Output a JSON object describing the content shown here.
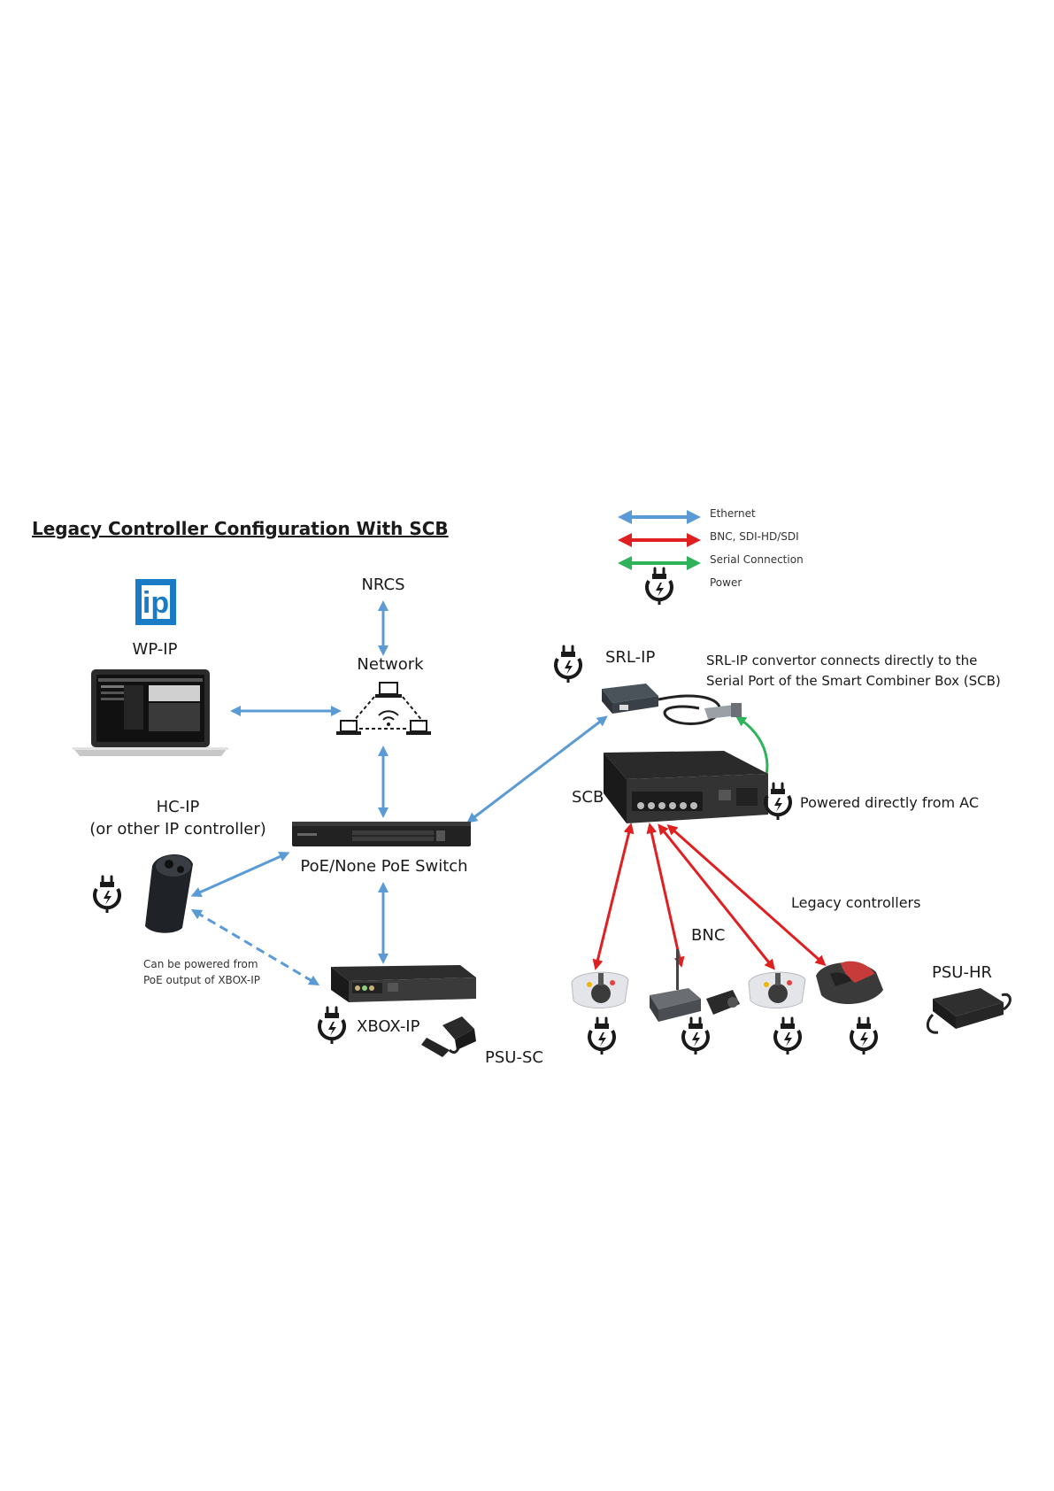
{
  "title": "Legacy Controller Configuration With SCB",
  "legend": [
    {
      "label": "Ethernet",
      "color": "#5b9bd5",
      "kind": "line"
    },
    {
      "label": "BNC, SDI-HD/SDI",
      "color": "#e02020",
      "kind": "line"
    },
    {
      "label": "Serial Connection",
      "color": "#2eb35a",
      "kind": "line"
    },
    {
      "label": "Power",
      "kind": "power-icon"
    }
  ],
  "colors": {
    "ethernet": "#5b9bd5",
    "bnc": "#e02020",
    "serial": "#2eb35a"
  },
  "nodes": {
    "nrcs": "NRCS",
    "network": "Network",
    "wp_ip": "WP-IP",
    "ip_logo": "ip",
    "srl_ip": "SRL-IP",
    "srl_note_1": "SRL-IP convertor connects directly to the",
    "srl_note_2": "Serial Port of the Smart Combiner Box (SCB)",
    "scb": "SCB",
    "scb_power_note": "Powered directly from AC",
    "hc_ip_1": "HC-IP",
    "hc_ip_2": "(or other IP controller)",
    "switch": "PoE/None PoE Switch",
    "poe_note_1": "Can be powered from",
    "poe_note_2": "PoE output of XBOX-IP",
    "xbox_ip": "XBOX-IP",
    "psu_sc": "PSU-SC",
    "bnc": "BNC",
    "legacy": "Legacy controllers",
    "psu_hr": "PSU-HR"
  }
}
